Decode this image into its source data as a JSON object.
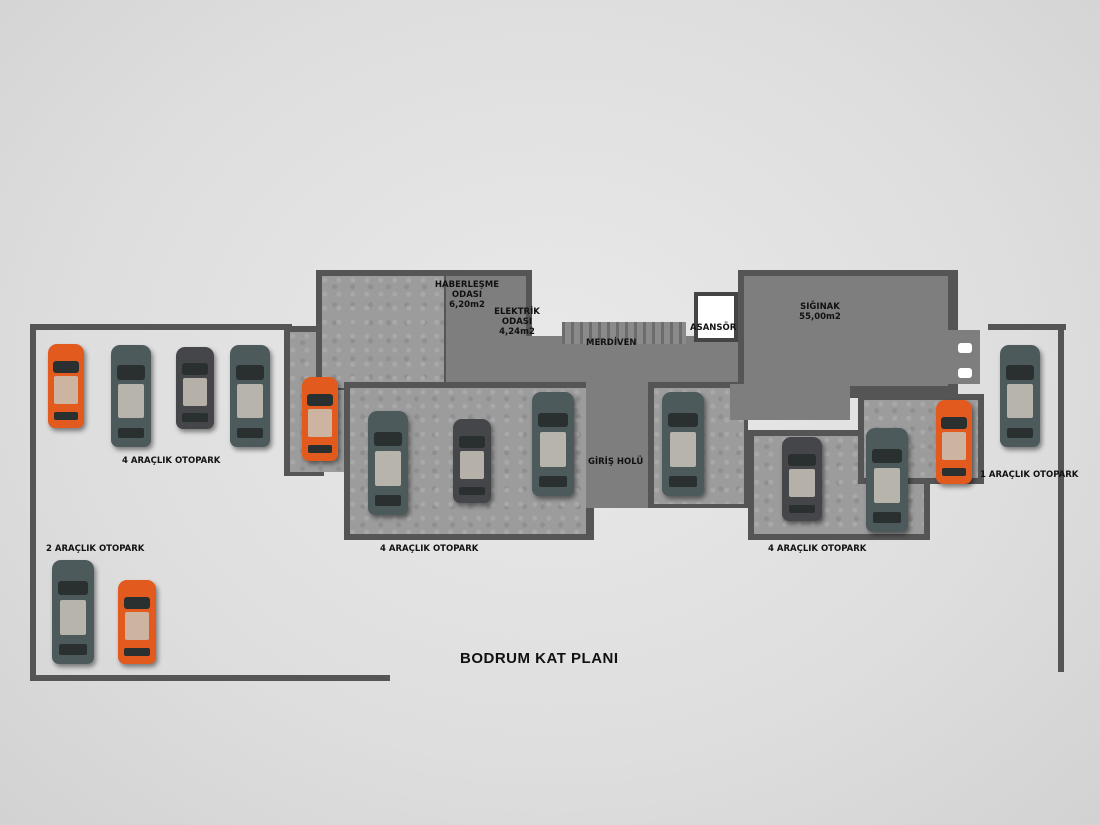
{
  "title": "BODRUM KAT PLANI",
  "rooms": {
    "haberlesme": {
      "name": "HABERLEŞME",
      "name2": "ODASI",
      "area": "6,20m2"
    },
    "elektrik": {
      "name": "ELEKTRİK",
      "name2": "ODASI",
      "area": "4,24m2"
    },
    "merdiven": "MERDİVEN",
    "asansor": "ASANSÖR",
    "siginak": {
      "name": "SIĞINAK",
      "area": "55,00m2"
    },
    "giris_holu": "GİRİŞ HOLÜ"
  },
  "parking": {
    "left_4": "4 ARAÇLIK OTOPARK",
    "left_2": "2 ARAÇLIK OTOPARK",
    "center_4": "4 ARAÇLIK OTOPARK",
    "right_4": "4 ARAÇLIK OTOPARK",
    "right_1": "1 ARAÇLIK OTOPARK"
  },
  "colors": {
    "wall": "#555555",
    "floor": "#9c9c9c",
    "car_orange": "#e35a1e",
    "car_grey": "#4d5a5c"
  }
}
